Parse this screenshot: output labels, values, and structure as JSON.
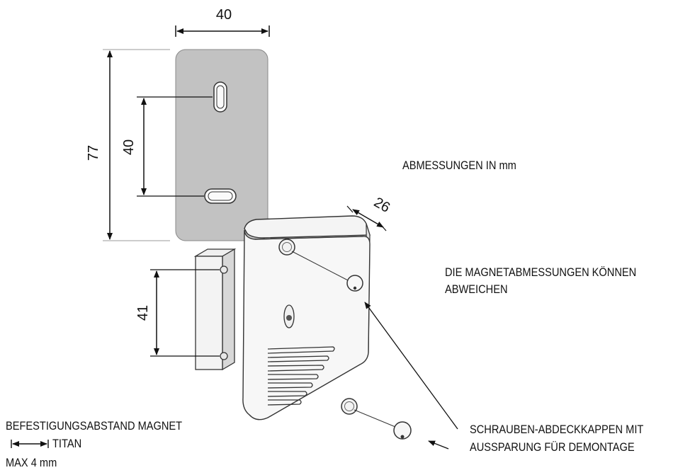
{
  "dimensions": {
    "width_40": "40",
    "height_77": "77",
    "slot_spacing_40": "40",
    "magnet_spacing_41": "41",
    "depth_26": "26"
  },
  "notes": {
    "units": "ABMESSUNGEN IN mm",
    "magnet_line1": "DIE MAGNETABMESSUNGEN KÖNNEN",
    "magnet_line2": "ABWEICHEN",
    "caps_line1": "SCHRAUBEN-ABDECKKAPPEN MIT",
    "caps_line2": "AUSSPARUNG FÜR DEMONTAGE",
    "gap_title": "BEFESTIGUNGSABSTAND MAGNET",
    "gap_titan": "TITAN",
    "gap_max": "MAX 4 mm"
  },
  "colors": {
    "plate_fill": "#c2c2c2",
    "line": "#111111"
  }
}
